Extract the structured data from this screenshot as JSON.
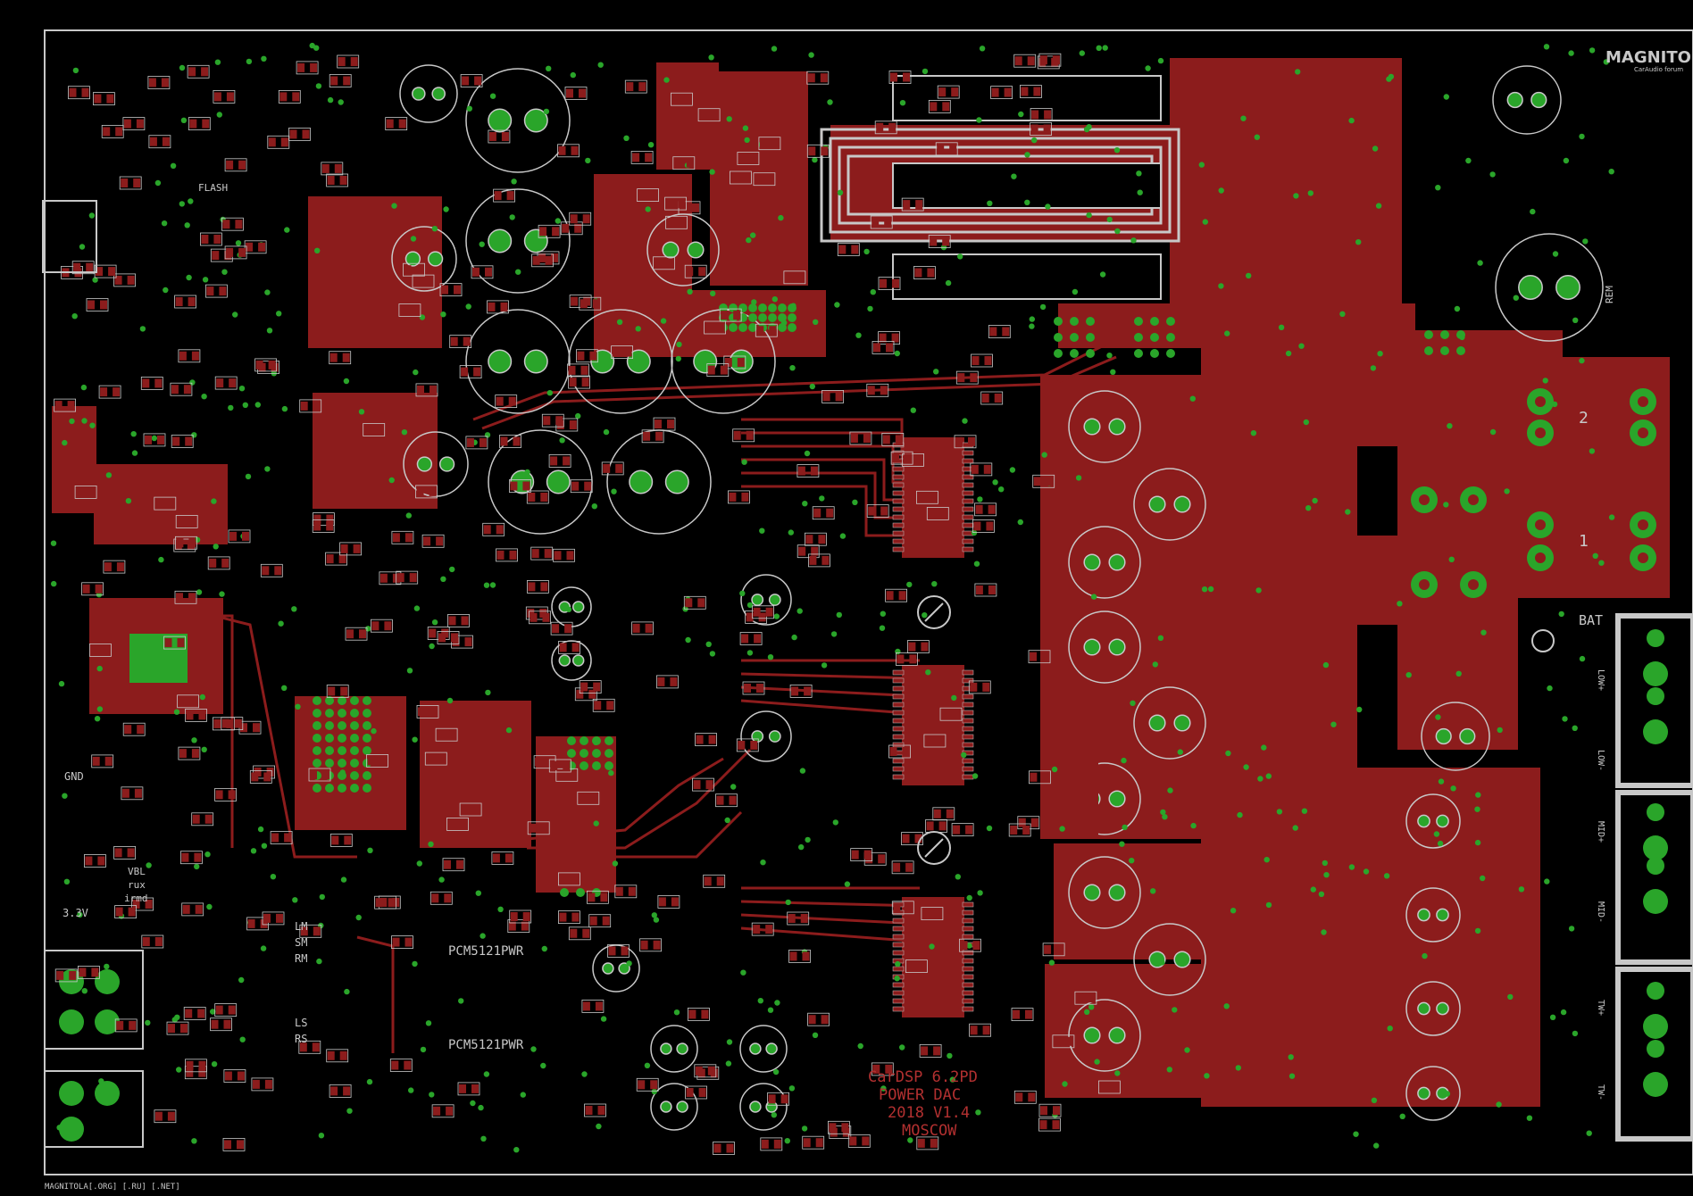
{
  "logo": {
    "brand": "MAGNITOLA",
    "tagline": "CarAudio forum"
  },
  "footer": {
    "domains": "MAGNITOLA[.ORG] [.RU] [.NET]"
  },
  "title_block": {
    "line1": "CarDSP 6.2PD",
    "line2": "POWER DAC",
    "line3": "2018 V1.4",
    "line4": "MOSCOW"
  },
  "left_labels": {
    "flash": "FLASH",
    "gnd": "GND",
    "vbl": "VBL",
    "rux": "rux",
    "irmd": "irmd",
    "v33": "3.3V",
    "lm": "LM",
    "sm": "SM",
    "rm": "RM",
    "ls": "LS",
    "rs": "RS"
  },
  "chip_labels": {
    "pwr1": "PCM5121PWR",
    "pwr2": "PCM5121PWR"
  },
  "right_labels": {
    "bat": "BAT",
    "rem": "REM",
    "con1": "1",
    "con2": "2",
    "ch_low1": "LOW+",
    "ch_low2": "LOW-",
    "ch_mid1": "MID+",
    "ch_mid2": "MID-",
    "ch_tw1": "TW+",
    "ch_tw2": "TW-"
  },
  "colors": {
    "copper": "#8c1c1c",
    "pad": "#2aa52a",
    "silkscreen": "#c8c8c8",
    "names": "#2fb4e6",
    "background": "#000000"
  }
}
